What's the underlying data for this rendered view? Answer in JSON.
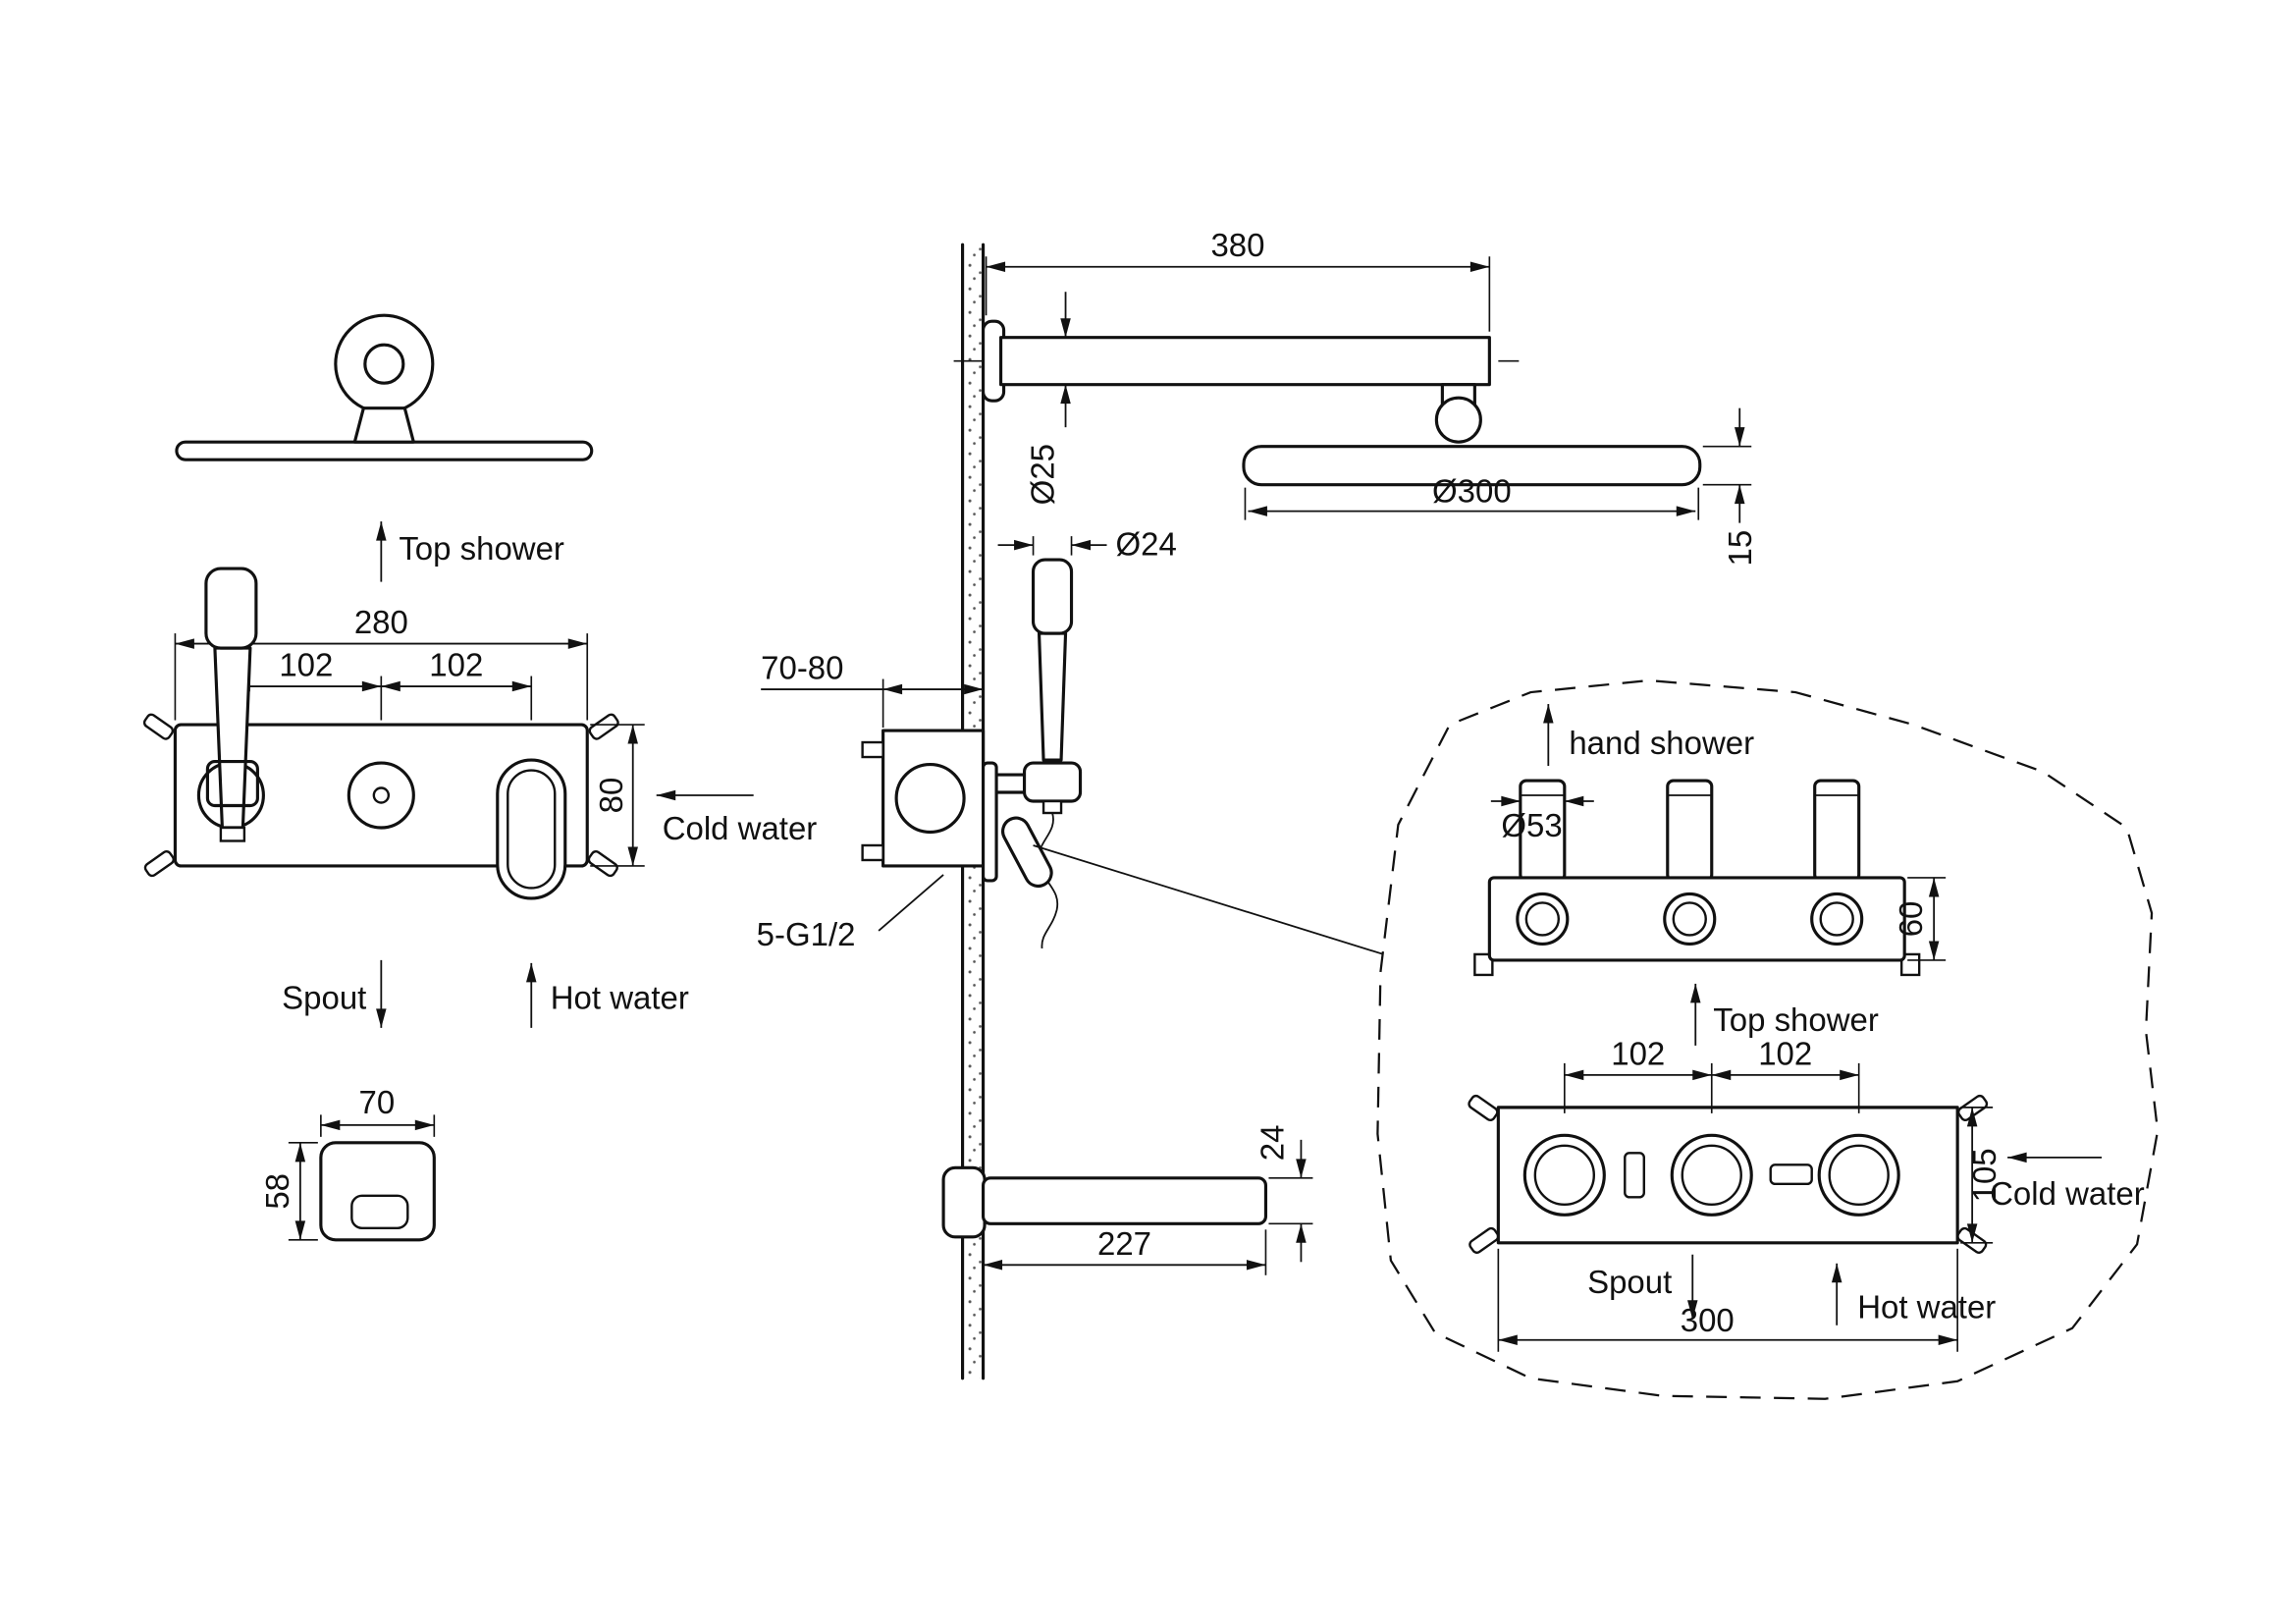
{
  "colors": {
    "line": "#111111",
    "background": "#ffffff"
  },
  "front_view": {
    "top_shower": "Top shower",
    "dim_width": "280",
    "dim_left_spacing": "102",
    "dim_right_spacing": "102",
    "dim_height": "80",
    "cold_water": "Cold water",
    "spout": "Spout",
    "hot_water": "Hot water",
    "spout_width": "70",
    "spout_height": "58"
  },
  "side_view": {
    "dim_arm_length": "380",
    "dim_arm_dia": "Ø25",
    "dim_hand_dia": "Ø24",
    "dim_head_dia": "Ø300",
    "dim_head_thickness": "15",
    "dim_wall_depth": "70-80",
    "thread_spec": "5-G1/2",
    "dim_spout_length": "227",
    "dim_spout_height": "24"
  },
  "detail_view": {
    "hand_shower": "hand shower",
    "dim_tube_dia": "Ø53",
    "dim_body_height": "60",
    "top_shower": "Top shower",
    "dim_left_spacing": "102",
    "dim_right_spacing": "102",
    "dim_plate_height": "105",
    "cold_water": "Cold water",
    "spout": "Spout",
    "hot_water": "Hot water",
    "dim_total_width": "300"
  }
}
